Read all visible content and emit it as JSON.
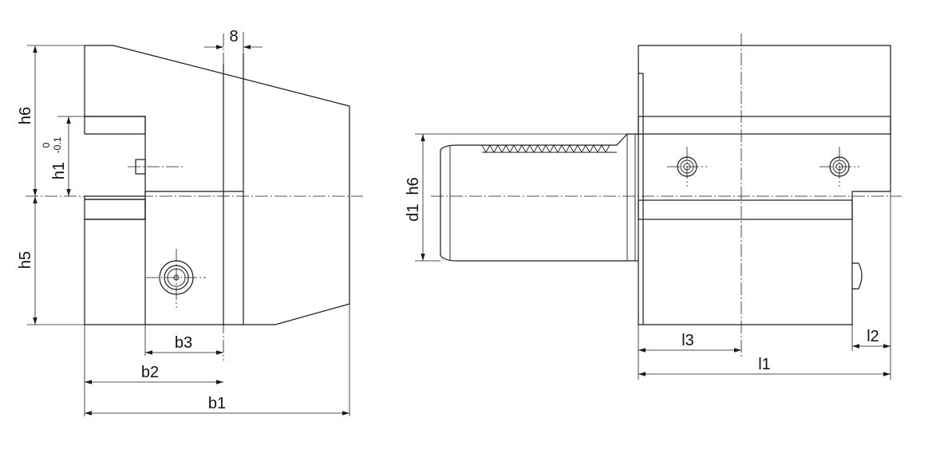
{
  "labels": {
    "h6_left": "h6",
    "h1": "h1",
    "h1_tol_upper": "0",
    "h1_tol_lower": "-0.1",
    "h5": "h5",
    "b1": "b1",
    "b2": "b2",
    "b3": "b3",
    "eight": "8",
    "d1h6": "d1  h6",
    "l1": "l1",
    "l2": "l2",
    "l3": "l3"
  },
  "colors": {
    "line": "#1a1a1a",
    "background": "#ffffff"
  }
}
